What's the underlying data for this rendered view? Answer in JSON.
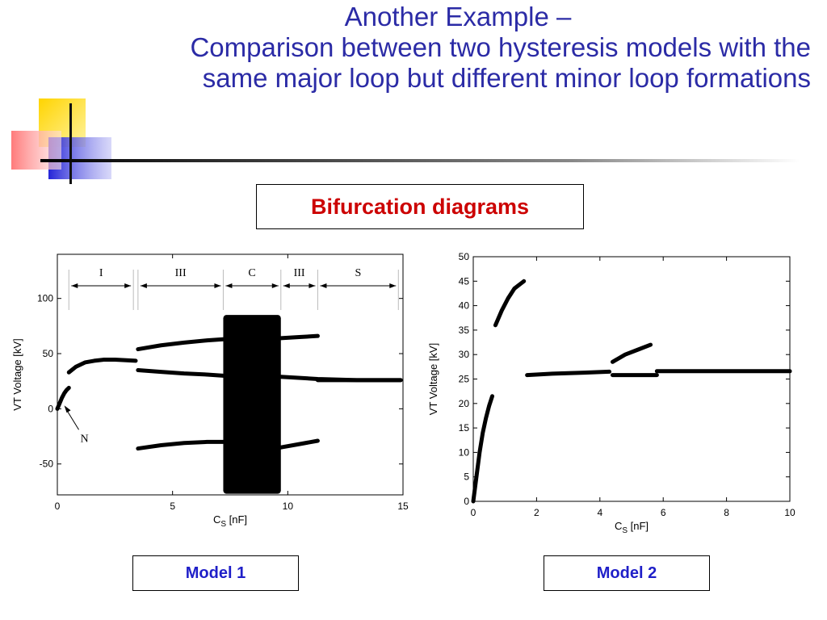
{
  "slide": {
    "title_line1": "Another Example –",
    "title_line2": "Comparison between two hysteresis models with the",
    "title_line3": "same major loop but different minor loop formations",
    "subtitle": "Bifurcation diagrams",
    "model1_label": "Model 1",
    "model2_label": "Model 2",
    "colors": {
      "title": "#2b2ba6",
      "subtitle": "#cc0000",
      "model_label": "#1f1fc8"
    }
  },
  "chart_data": [
    {
      "type": "scatter",
      "title": "",
      "xlabel": "C",
      "xlabel_sub": "S",
      "xlabel_unit": " [nF]",
      "ylabel": "VT Voltage [kV]",
      "xlim": [
        0,
        15
      ],
      "ylim": [
        -78,
        140
      ],
      "xticks": [
        0,
        5,
        10,
        15
      ],
      "yticks": [
        -50,
        0,
        50,
        100
      ],
      "grid": false,
      "regions": [
        {
          "label": "I",
          "from": 0.5,
          "to": 3.3
        },
        {
          "label": "III",
          "from": 3.5,
          "to": 7.2
        },
        {
          "label": "C",
          "from": 7.2,
          "to": 9.7
        },
        {
          "label": "III",
          "from": 9.7,
          "to": 11.3
        },
        {
          "label": "S",
          "from": 11.3,
          "to": 14.8
        }
      ],
      "annotation": {
        "label": "N",
        "x": 0.3,
        "y": 3
      },
      "series": [
        {
          "x": [
            0,
            0.1,
            0.2,
            0.3,
            0.4,
            0.5
          ],
          "y": [
            0,
            5,
            10,
            14,
            17,
            19
          ]
        },
        {
          "x": [
            0.5,
            0.8,
            1.2,
            1.6,
            2.0,
            2.5,
            3.0,
            3.4
          ],
          "y": [
            33,
            38,
            42,
            43.5,
            44.5,
            44.5,
            44,
            43.5
          ]
        },
        {
          "x": [
            3.5,
            4.5,
            5.5,
            6.5,
            7.2
          ],
          "y": [
            54,
            57.5,
            60,
            62,
            63
          ]
        },
        {
          "x": [
            9.7,
            10.5,
            11.3
          ],
          "y": [
            64,
            65,
            66
          ]
        },
        {
          "x": [
            3.5,
            4.5,
            5.5,
            6.5,
            7.2
          ],
          "y": [
            35,
            33.5,
            32,
            31,
            30
          ]
        },
        {
          "x": [
            9.7,
            11.3,
            13,
            14.9
          ],
          "y": [
            29,
            27,
            26,
            26
          ]
        },
        {
          "x": [
            3.5,
            4.5,
            5.5,
            6.5,
            7.2
          ],
          "y": [
            -36,
            -33,
            -31,
            -30,
            -30
          ]
        },
        {
          "x": [
            9.7,
            10.5,
            11.3
          ],
          "y": [
            -35,
            -32,
            -29
          ]
        },
        {
          "x": [
            11.3,
            12.5,
            13.5,
            14.9
          ],
          "y": [
            26,
            26,
            26,
            26
          ]
        }
      ],
      "chaotic_band": {
        "x_from": 7.2,
        "x_to": 9.7,
        "y_from": -77,
        "y_to": 85
      }
    },
    {
      "type": "scatter",
      "title": "",
      "xlabel": "C",
      "xlabel_sub": "S",
      "xlabel_unit": " [nF]",
      "ylabel": "VT Voltage [kV]",
      "xlim": [
        0,
        10
      ],
      "ylim": [
        0,
        50
      ],
      "xticks": [
        0,
        2,
        4,
        6,
        8,
        10
      ],
      "yticks": [
        0,
        5,
        10,
        15,
        20,
        25,
        30,
        35,
        40,
        45,
        50
      ],
      "grid": false,
      "series": [
        {
          "x": [
            0,
            0.1,
            0.2,
            0.3,
            0.4,
            0.5,
            0.6
          ],
          "y": [
            0,
            5,
            10,
            14,
            17,
            19.5,
            21.5
          ]
        },
        {
          "x": [
            0.7,
            0.9,
            1.1,
            1.3,
            1.5,
            1.6
          ],
          "y": [
            36,
            39,
            41.5,
            43.5,
            44.5,
            45
          ]
        },
        {
          "x": [
            1.7,
            2.5,
            3.5,
            4.3
          ],
          "y": [
            25.8,
            26.1,
            26.3,
            26.5
          ]
        },
        {
          "x": [
            4.4,
            4.8,
            5.2,
            5.6
          ],
          "y": [
            28.5,
            30,
            31,
            32
          ]
        },
        {
          "x": [
            4.4,
            5.0,
            5.8
          ],
          "y": [
            25.8,
            25.8,
            25.8
          ]
        },
        {
          "x": [
            5.8,
            7,
            8.5,
            10
          ],
          "y": [
            26.6,
            26.6,
            26.6,
            26.6
          ]
        }
      ]
    }
  ]
}
